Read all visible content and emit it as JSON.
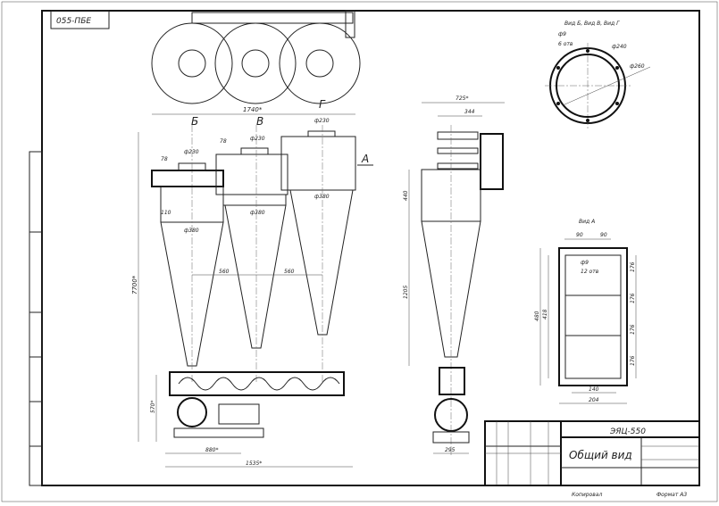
{
  "sheet": {
    "code_rotated": "055-ПБЕ",
    "designation": "ЭЯЦ-550",
    "title": "Общий вид",
    "copied": "Копировал",
    "format": "Формат  А3"
  },
  "front_view": {
    "overall_width": "1740*",
    "overall_height": "7700*",
    "section_marks": [
      "Б",
      "В",
      "Г",
      "А"
    ],
    "outlet_dias": [
      "ф230",
      "ф230",
      "ф230"
    ],
    "offsets": [
      "78",
      "78"
    ],
    "inlet_height": "110",
    "body_dias": [
      "ф380",
      "ф380",
      "ф380"
    ],
    "spacing": [
      "560",
      "560"
    ],
    "auger_height": "570*",
    "base_width": "880*",
    "total_base": "1535*"
  },
  "side_view": {
    "width": "725*",
    "inlet_width": "344",
    "upper_height": "440",
    "cone_height": "1205",
    "base": "295"
  },
  "view_bvg": {
    "title": "Вид Б, Вид В, Вид Г",
    "hole_dia": "ф9",
    "hole_count": "6 отв",
    "inner_dia": "ф240",
    "outer_dia": "ф260"
  },
  "view_a": {
    "title": "Вид А",
    "top_dims": [
      "90",
      "90"
    ],
    "hole_dia": "ф9",
    "hole_count": "12 отв",
    "height_outer": "480",
    "height_inner": "418",
    "side_dims": [
      "176",
      "176",
      "176",
      "176"
    ],
    "bottom_inner": "140",
    "bottom_outer": "204"
  }
}
